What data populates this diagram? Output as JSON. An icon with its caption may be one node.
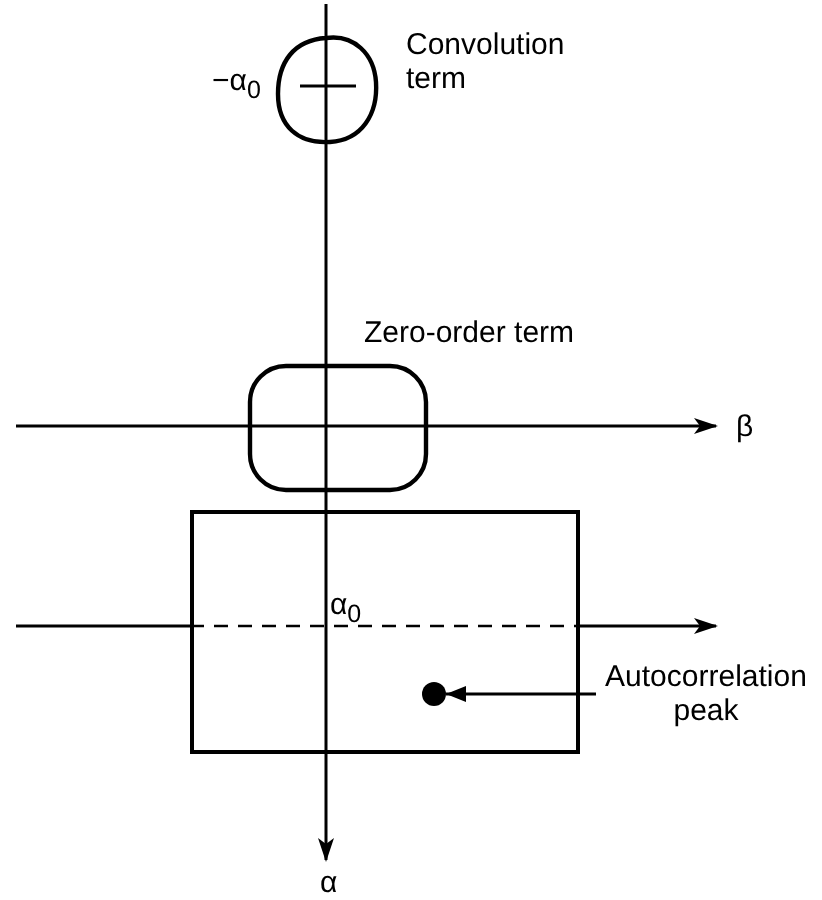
{
  "diagram": {
    "nodes": [
      {
        "text": [
          "Convolution term"
        ]
      },
      {
        "text": [
          "Zero-order term"
        ]
      },
      {
        "text": [],
        "shape": "box"
      },
      {
        "text": [],
        "shape": "circle",
        "in": 2
      },
      {
        "text": [
          "Autocorrelation peak"
        ]
      }
    ],
    "edges": [
      {
        "from": 4,
        "to": 3,
        "arrow": "to"
      }
    ],
    "labels": [
      "−α$_{0}$",
      "β",
      "α$_{0}$",
      "α"
    ]
  }
}
